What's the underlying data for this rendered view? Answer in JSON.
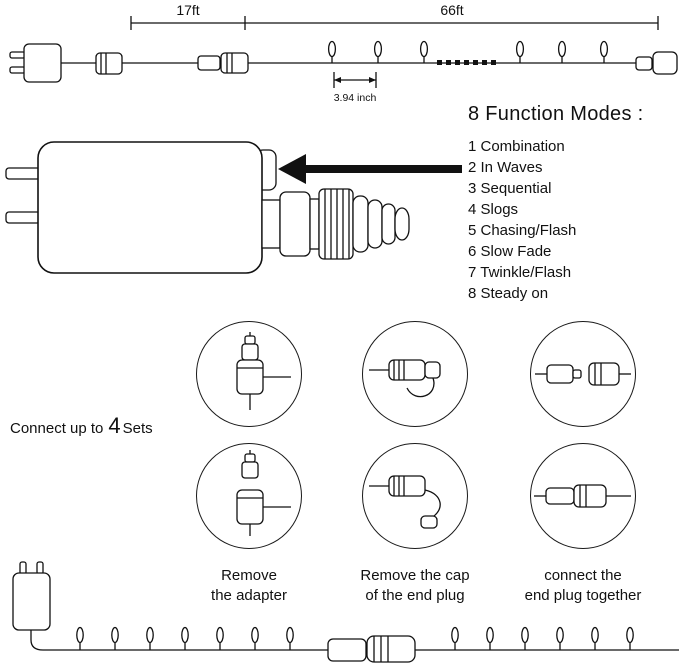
{
  "top_diagram": {
    "length_left": "17ft",
    "length_right": "66ft",
    "bulb_spacing": "3.94 inch"
  },
  "function_modes": {
    "title": "8 Function Modes :",
    "items": [
      "1 Combination",
      "2 In Waves",
      "3 Sequential",
      "4 Slogs",
      "5 Chasing/Flash",
      "6 Slow Fade",
      "7 Twinkle/Flash",
      "8 Steady on"
    ]
  },
  "connect_sets": {
    "prefix": "Connect up to",
    "count": "4",
    "suffix": "Sets"
  },
  "steps": [
    {
      "line1": "Remove",
      "line2": "the adapter"
    },
    {
      "line1": "Remove the cap",
      "line2": "of the end plug"
    },
    {
      "line1": "connect the",
      "line2": "end plug together"
    }
  ],
  "colors": {
    "ink": "#111111",
    "background": "#ffffff"
  }
}
